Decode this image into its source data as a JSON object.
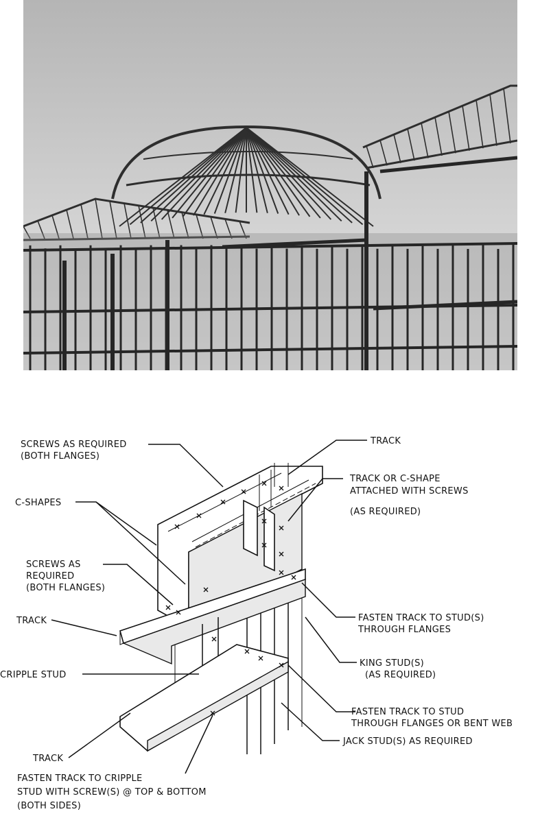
{
  "colors": {
    "ink": "#111111",
    "sky_top": "#b9b9b9",
    "sky_bottom": "#e4e4e4",
    "steel": "#3a3a3a"
  },
  "photo": {
    "subject": "steel-frame-building-with-dome"
  },
  "diagram": {
    "labels": {
      "screws_top": [
        "SCREWS AS REQUIRED",
        "(BOTH FLANGES)"
      ],
      "c_shapes": "C-SHAPES",
      "screws_mid": [
        "SCREWS AS",
        "REQUIRED",
        "(BOTH FLANGES)"
      ],
      "track_left": "TRACK",
      "cripple_stud": "CRIPPLE STUD",
      "track_bottom": "TRACK",
      "fasten_cripple": [
        "FASTEN TRACK TO CRIPPLE",
        "STUD WITH SCREW(S) @ TOP & BOTTOM",
        "(BOTH SIDES)"
      ],
      "track_top": "TRACK",
      "track_or_c": [
        "TRACK OR C-SHAPE",
        "ATTACHED WITH SCREWS",
        "(AS REQUIRED)"
      ],
      "fasten_flanges": [
        "FASTEN TRACK TO STUD(S)",
        "THROUGH FLANGES"
      ],
      "king_stud": [
        "KING STUD(S)",
        "(AS REQUIRED)"
      ],
      "fasten_web": [
        "FASTEN TRACK TO STUD",
        "THROUGH FLANGES OR BENT WEB"
      ],
      "jack_stud": "JACK STUD(S) AS REQUIRED"
    }
  }
}
